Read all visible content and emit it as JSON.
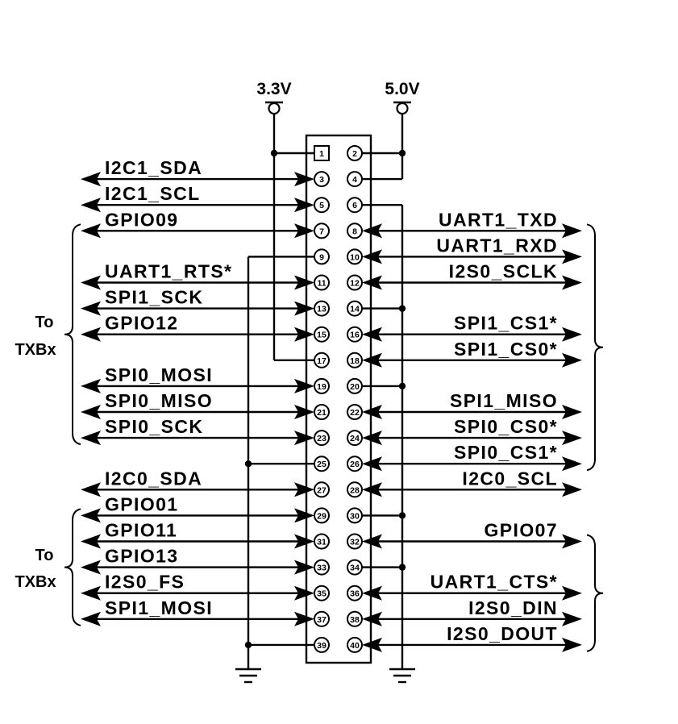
{
  "supplies": [
    {
      "label": "3.3V",
      "pins": [
        1,
        17
      ]
    },
    {
      "label": "5.0V",
      "pins": [
        2,
        4
      ]
    }
  ],
  "ground_pins": {
    "left_bus": [
      9,
      25,
      39
    ],
    "right_bus": [
      6,
      14,
      20,
      30,
      34
    ]
  },
  "pin_numbers": [
    1,
    2,
    3,
    4,
    5,
    6,
    7,
    8,
    9,
    10,
    11,
    12,
    13,
    14,
    15,
    16,
    17,
    18,
    19,
    20,
    21,
    22,
    23,
    24,
    25,
    26,
    27,
    28,
    29,
    30,
    31,
    32,
    33,
    34,
    35,
    36,
    37,
    38,
    39,
    40
  ],
  "left_signals": [
    {
      "pin": 3,
      "label": "I2C1_SDA"
    },
    {
      "pin": 5,
      "label": "I2C1_SCL"
    },
    {
      "pin": 7,
      "label": "GPIO09"
    },
    {
      "pin": 11,
      "label": "UART1_RTS*"
    },
    {
      "pin": 13,
      "label": "SPI1_SCK"
    },
    {
      "pin": 15,
      "label": "GPIO12"
    },
    {
      "pin": 19,
      "label": "SPI0_MOSI"
    },
    {
      "pin": 21,
      "label": "SPI0_MISO"
    },
    {
      "pin": 23,
      "label": "SPI0_SCK"
    },
    {
      "pin": 27,
      "label": "I2C0_SDA"
    },
    {
      "pin": 29,
      "label": "GPIO01"
    },
    {
      "pin": 31,
      "label": "GPIO11"
    },
    {
      "pin": 33,
      "label": "GPIO13"
    },
    {
      "pin": 35,
      "label": "I2S0_FS"
    },
    {
      "pin": 37,
      "label": "SPI1_MOSI"
    }
  ],
  "right_signals": [
    {
      "pin": 8,
      "label": "UART1_TXD"
    },
    {
      "pin": 10,
      "label": "UART1_RXD"
    },
    {
      "pin": 12,
      "label": "I2S0_SCLK"
    },
    {
      "pin": 16,
      "label": "SPI1_CS1*"
    },
    {
      "pin": 18,
      "label": "SPI1_CS0*"
    },
    {
      "pin": 22,
      "label": "SPI1_MISO"
    },
    {
      "pin": 24,
      "label": "SPI0_CS0*"
    },
    {
      "pin": 26,
      "label": "SPI0_CS1*"
    },
    {
      "pin": 28,
      "label": "I2C0_SCL"
    },
    {
      "pin": 32,
      "label": "GPIO07"
    },
    {
      "pin": 36,
      "label": "UART1_CTS*"
    },
    {
      "pin": 38,
      "label": "I2S0_DIN"
    },
    {
      "pin": 40,
      "label": "I2S0_DOUT"
    }
  ],
  "groups": {
    "left_top": {
      "line1": "To",
      "line2": "TXBx",
      "from_pin": 7,
      "to_pin": 23
    },
    "left_bottom": {
      "line1": "To",
      "line2": "TXBx",
      "from_pin": 29,
      "to_pin": 37
    },
    "right_top": {
      "from_pin": 8,
      "to_pin": 26
    },
    "right_bottom": {
      "from_pin": 32,
      "to_pin": 40
    }
  }
}
